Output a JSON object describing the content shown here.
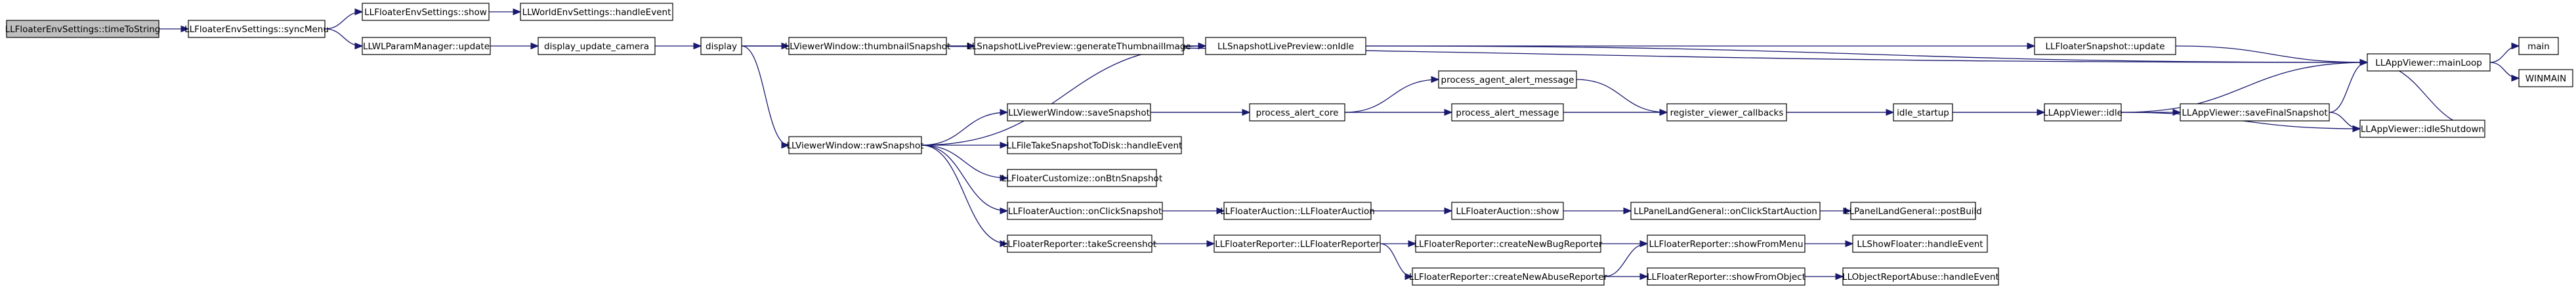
{
  "diagram": {
    "colors": {
      "edge": "#191970",
      "node_border": "#000000",
      "root_fill": "#bfbfbf",
      "node_fill": "#ffffff"
    },
    "nodes": [
      {
        "id": "n0",
        "label": "LLFloaterEnvSettings::timeToString",
        "root": true
      },
      {
        "id": "n1",
        "label": "LLFloaterEnvSettings::syncMenu"
      },
      {
        "id": "n2",
        "label": "LLFloaterEnvSettings::show"
      },
      {
        "id": "n3",
        "label": "LLWorldEnvSettings::handleEvent"
      },
      {
        "id": "n4",
        "label": "LLWLParamManager::update"
      },
      {
        "id": "n5",
        "label": "display_update_camera"
      },
      {
        "id": "n6",
        "label": "display"
      },
      {
        "id": "n7",
        "label": "LLViewerWindow::thumbnailSnapshot"
      },
      {
        "id": "n8",
        "label": "LLSnapshotLivePreview::generateThumbnailImage"
      },
      {
        "id": "n9",
        "label": "LLSnapshotLivePreview::onIdle"
      },
      {
        "id": "n10",
        "label": "LLFloaterSnapshot::update"
      },
      {
        "id": "n11",
        "label": "LLAppViewer::mainLoop"
      },
      {
        "id": "n12",
        "label": "main"
      },
      {
        "id": "n13",
        "label": "WINMAIN"
      },
      {
        "id": "n14",
        "label": "LLViewerWindow::rawSnapshot"
      },
      {
        "id": "n15",
        "label": "LLViewerWindow::saveSnapshot"
      },
      {
        "id": "n16",
        "label": "process_alert_core"
      },
      {
        "id": "n17",
        "label": "process_agent_alert_message"
      },
      {
        "id": "n18",
        "label": "process_alert_message"
      },
      {
        "id": "n19",
        "label": "register_viewer_callbacks"
      },
      {
        "id": "n20",
        "label": "idle_startup"
      },
      {
        "id": "n21",
        "label": "LLAppViewer::idle"
      },
      {
        "id": "n22",
        "label": "LLAppViewer::saveFinalSnapshot"
      },
      {
        "id": "n23",
        "label": "LLAppViewer::idleShutdown"
      },
      {
        "id": "n24",
        "label": "LLFileTakeSnapshotToDisk::handleEvent"
      },
      {
        "id": "n25",
        "label": "LLFloaterCustomize::onBtnSnapshot"
      },
      {
        "id": "n26",
        "label": "LLFloaterAuction::onClickSnapshot"
      },
      {
        "id": "n27",
        "label": "LLFloaterAuction::LLFloaterAuction"
      },
      {
        "id": "n28",
        "label": "LLFloaterAuction::show"
      },
      {
        "id": "n29",
        "label": "LLPanelLandGeneral::onClickStartAuction"
      },
      {
        "id": "n30",
        "label": "LLPanelLandGeneral::postBuild"
      },
      {
        "id": "n31",
        "label": "LLFloaterReporter::takeScreenshot"
      },
      {
        "id": "n32",
        "label": "LLFloaterReporter::LLFloaterReporter"
      },
      {
        "id": "n33",
        "label": "LLFloaterReporter::createNewBugReporter"
      },
      {
        "id": "n34",
        "label": "LLFloaterReporter::showFromMenu"
      },
      {
        "id": "n35",
        "label": "LLShowFloater::handleEvent"
      },
      {
        "id": "n36",
        "label": "LLFloaterReporter::createNewAbuseReporter"
      },
      {
        "id": "n37",
        "label": "LLFloaterReporter::showFromObject"
      },
      {
        "id": "n38",
        "label": "LLObjectReportAbuse::handleEvent"
      }
    ],
    "edges": [
      [
        "n0",
        "n1"
      ],
      [
        "n1",
        "n2"
      ],
      [
        "n2",
        "n3"
      ],
      [
        "n1",
        "n4"
      ],
      [
        "n4",
        "n5"
      ],
      [
        "n5",
        "n6"
      ],
      [
        "n6",
        "n11"
      ],
      [
        "n6",
        "n7"
      ],
      [
        "n7",
        "n8"
      ],
      [
        "n8",
        "n9"
      ],
      [
        "n9",
        "n11"
      ],
      [
        "n6",
        "n10"
      ],
      [
        "n10",
        "n11"
      ],
      [
        "n11",
        "n12"
      ],
      [
        "n11",
        "n13"
      ],
      [
        "n6",
        "n14"
      ],
      [
        "n14",
        "n9"
      ],
      [
        "n14",
        "n15"
      ],
      [
        "n15",
        "n16"
      ],
      [
        "n16",
        "n17"
      ],
      [
        "n16",
        "n18"
      ],
      [
        "n17",
        "n19"
      ],
      [
        "n18",
        "n19"
      ],
      [
        "n19",
        "n20"
      ],
      [
        "n20",
        "n21"
      ],
      [
        "n21",
        "n11"
      ],
      [
        "n21",
        "n23"
      ],
      [
        "n15",
        "n22"
      ],
      [
        "n22",
        "n11"
      ],
      [
        "n22",
        "n23"
      ],
      [
        "n23",
        "n11"
      ],
      [
        "n14",
        "n24"
      ],
      [
        "n14",
        "n25"
      ],
      [
        "n14",
        "n26"
      ],
      [
        "n26",
        "n27"
      ],
      [
        "n27",
        "n28"
      ],
      [
        "n28",
        "n29"
      ],
      [
        "n29",
        "n30"
      ],
      [
        "n14",
        "n31"
      ],
      [
        "n31",
        "n32"
      ],
      [
        "n32",
        "n33"
      ],
      [
        "n33",
        "n34"
      ],
      [
        "n34",
        "n35"
      ],
      [
        "n32",
        "n36"
      ],
      [
        "n36",
        "n34"
      ],
      [
        "n36",
        "n37"
      ],
      [
        "n37",
        "n38"
      ]
    ]
  }
}
